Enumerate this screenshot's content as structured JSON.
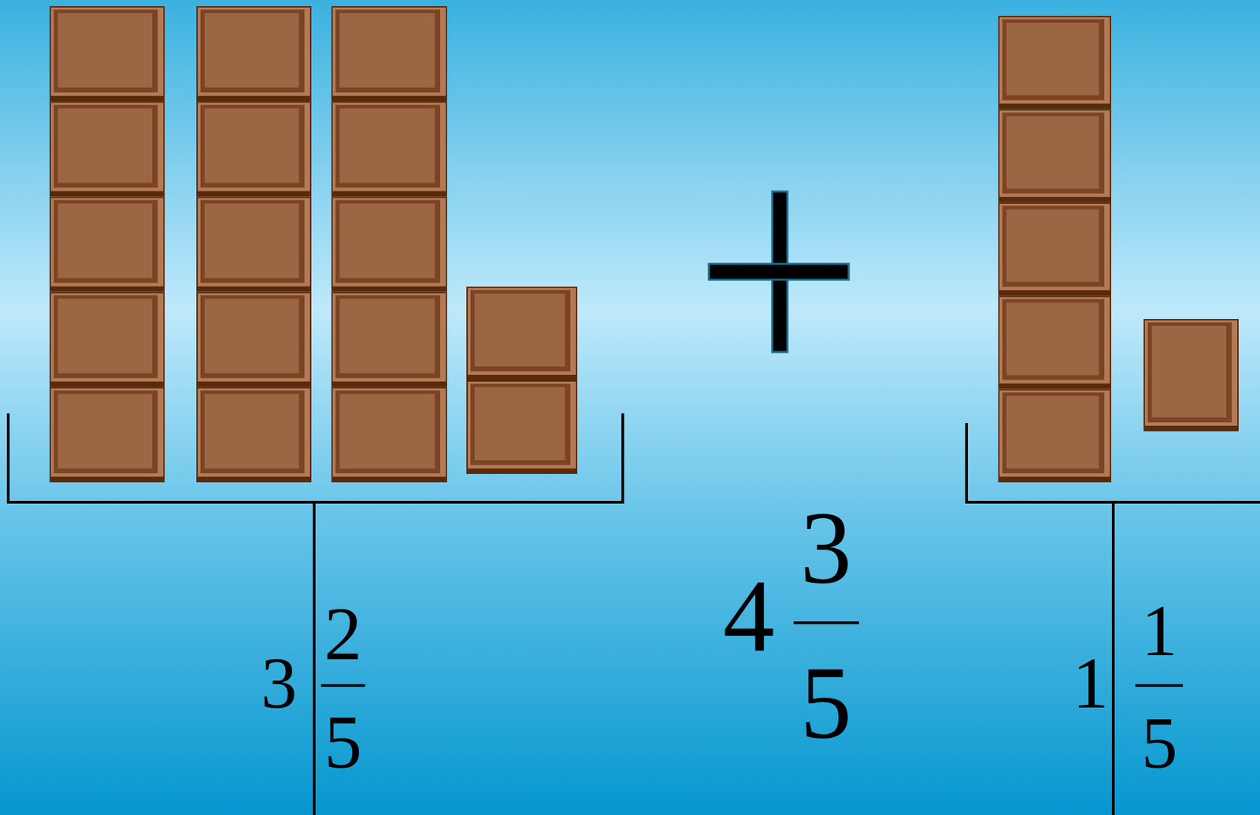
{
  "diagram": {
    "labels": [
      "3",
      "2",
      "5",
      "4",
      "3",
      "5",
      "1",
      "1",
      "5"
    ]
  }
}
